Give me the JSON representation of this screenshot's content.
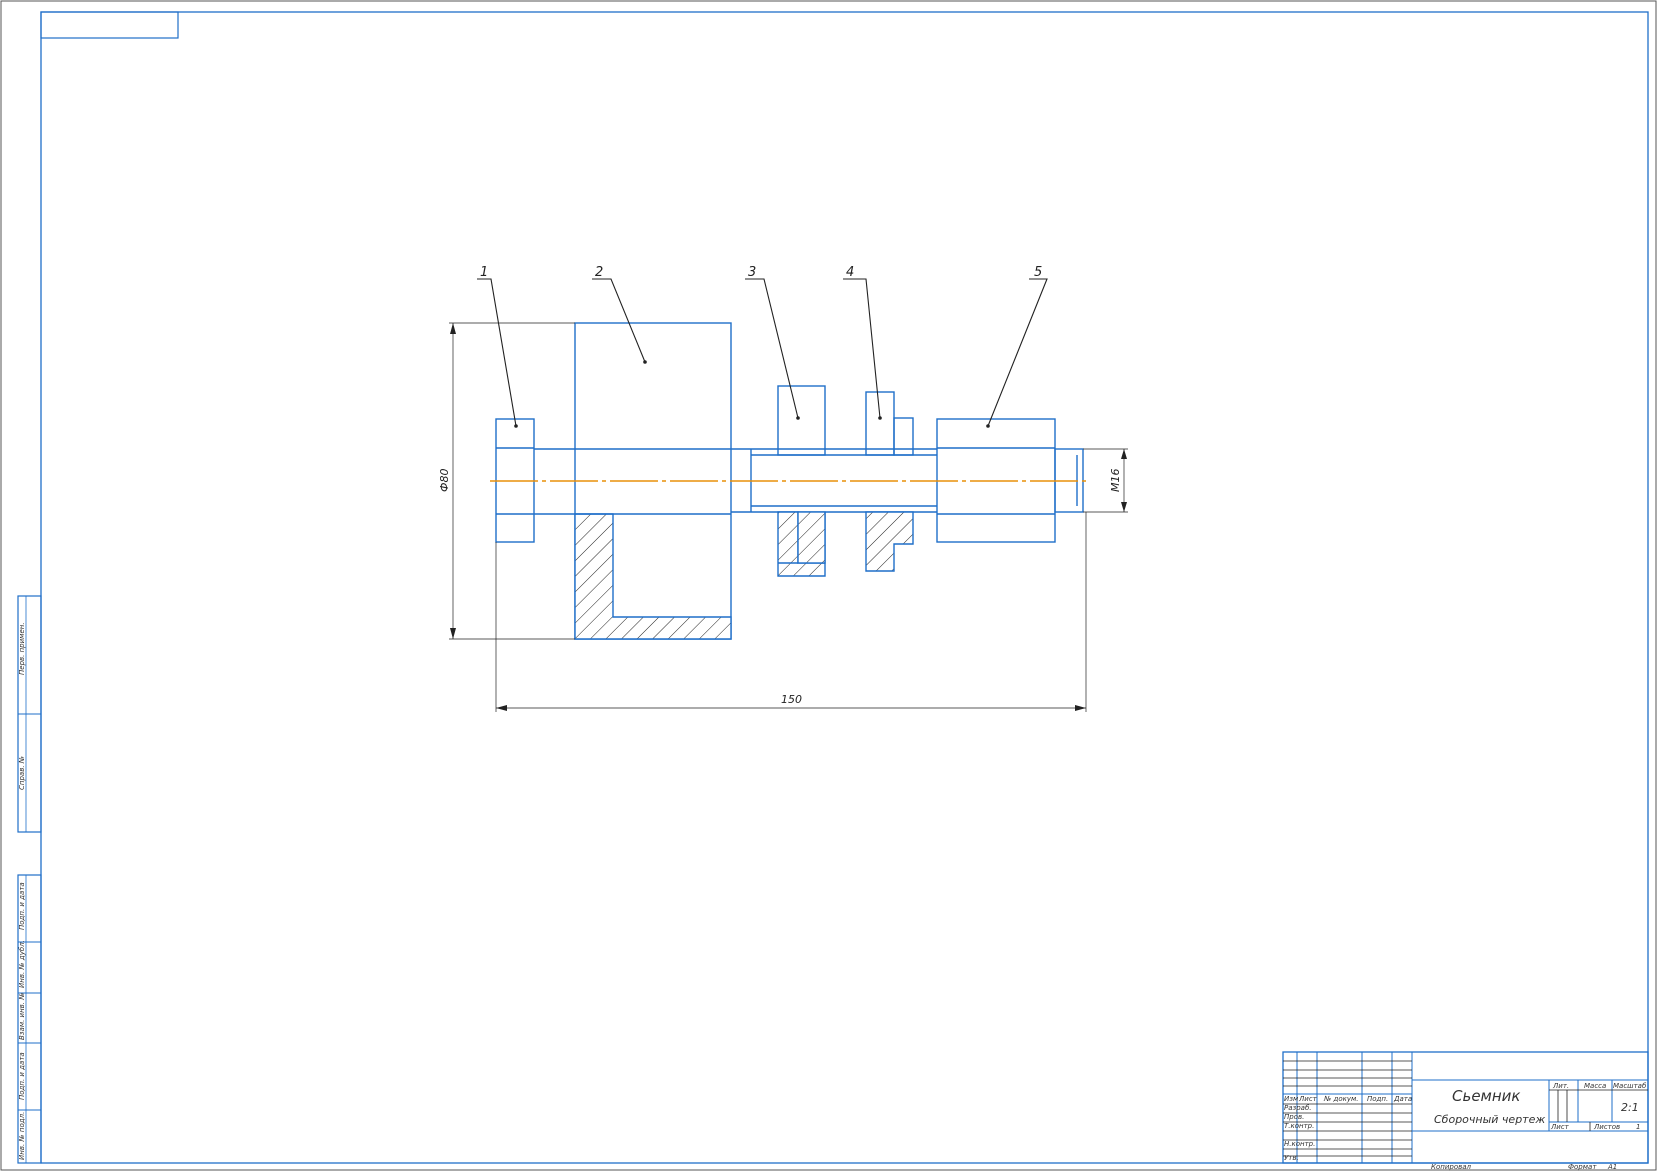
{
  "drawing": {
    "part_labels": [
      "1",
      "2",
      "3",
      "4",
      "5"
    ],
    "dim_diameter": "Ф80",
    "dim_thread": "М16",
    "dim_length": "150"
  },
  "title_block": {
    "title": "Сьемник",
    "subtitle": "Сборочный чертеж",
    "header": {
      "izm": "Изм",
      "list": "Лист",
      "ndokum": "№ докум.",
      "podp": "Подп.",
      "data": "Дата"
    },
    "roles": [
      "Разраб.",
      "Пров.",
      "Т.контр.",
      "",
      "Н.контр.",
      "Утв."
    ],
    "lit_label": "Лит.",
    "massa_label": "Масса",
    "masshtab_label": "Масштаб",
    "masshtab_value": "2:1",
    "list_label": "Лист",
    "listov_label": "Листов",
    "listov_value": "1",
    "kopiroval": "Копировал",
    "format_label": "Формат",
    "format_value": "А1"
  },
  "side_stamp": {
    "perv_primen": "Перв. примен.",
    "sprav_no": "Справ. №",
    "podp_data_1": "Подп. и дата",
    "inv_dubl": "Инв. № дубл.",
    "vzam_inv": "Взам. инв. №",
    "podp_data_2": "Подп. и дата",
    "inv_podl": "Инв. № подл."
  }
}
